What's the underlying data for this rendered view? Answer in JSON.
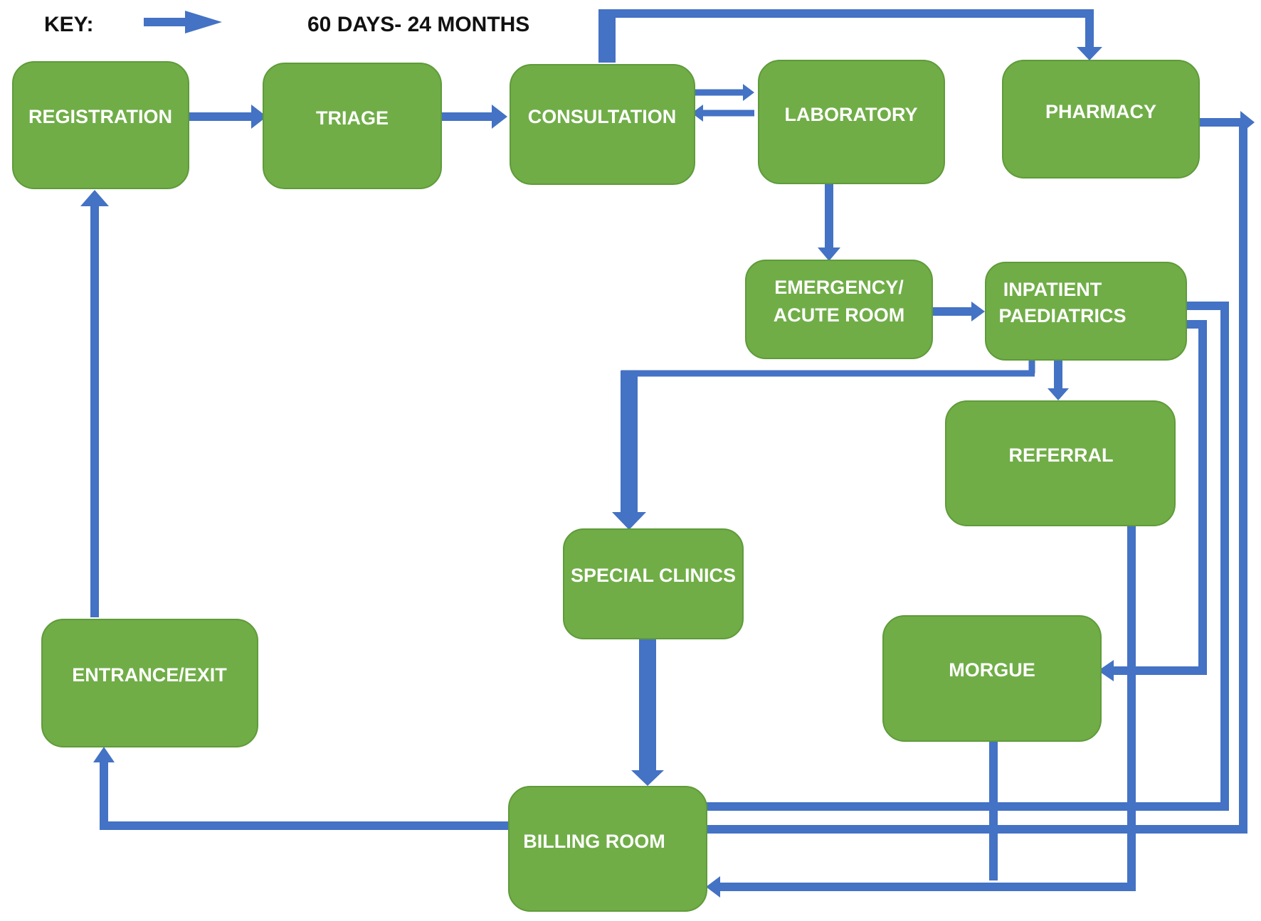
{
  "key": {
    "label": "KEY:",
    "duration": "60 DAYS- 24 MONTHS"
  },
  "colors": {
    "node_fill": "#70AD47",
    "node_stroke": "#5F9B3A",
    "arrow": "#4472C4",
    "node_text": "#FFFFFF"
  },
  "nodes": {
    "registration": {
      "label": "REGISTRATION"
    },
    "triage": {
      "label": "TRIAGE"
    },
    "consultation": {
      "label": "CONSULTATION"
    },
    "laboratory": {
      "label": "LABORATORY"
    },
    "pharmacy": {
      "label": "PHARMACY"
    },
    "emergency": {
      "line1": "EMERGENCY/",
      "line2": "ACUTE ROOM"
    },
    "inpatient": {
      "line1": "INPATIENT",
      "line2": "PAEDIATRICS"
    },
    "referral": {
      "label": "REFERRAL"
    },
    "special_clinics": {
      "label": "SPECIAL CLINICS"
    },
    "morgue": {
      "label": "MORGUE"
    },
    "entrance_exit": {
      "label": "ENTRANCE/EXIT"
    },
    "billing_room": {
      "label": "BILLING ROOM"
    }
  },
  "edges": [
    {
      "from": "Registration",
      "to": "Triage"
    },
    {
      "from": "Triage",
      "to": "Consultation"
    },
    {
      "from": "Consultation",
      "to": "Laboratory"
    },
    {
      "from": "Laboratory",
      "to": "Consultation"
    },
    {
      "from": "Consultation",
      "to": "Pharmacy"
    },
    {
      "from": "Laboratory",
      "to": "Emergency/Acute Room"
    },
    {
      "from": "Emergency/Acute Room",
      "to": "Inpatient Paediatrics"
    },
    {
      "from": "Inpatient Paediatrics",
      "to": "Referral"
    },
    {
      "from": "Inpatient Paediatrics",
      "to": "Special Clinics"
    },
    {
      "from": "Inpatient Paediatrics",
      "to": "Morgue"
    },
    {
      "from": "Inpatient Paediatrics",
      "to": "Billing Room"
    },
    {
      "from": "Pharmacy",
      "to": "Billing Room"
    },
    {
      "from": "Special Clinics",
      "to": "Billing Room"
    },
    {
      "from": "Referral",
      "to": "Billing Room"
    },
    {
      "from": "Morgue",
      "to": "Billing Room"
    },
    {
      "from": "Billing Room",
      "to": "Entrance/Exit"
    },
    {
      "from": "Entrance/Exit",
      "to": "Registration"
    }
  ]
}
